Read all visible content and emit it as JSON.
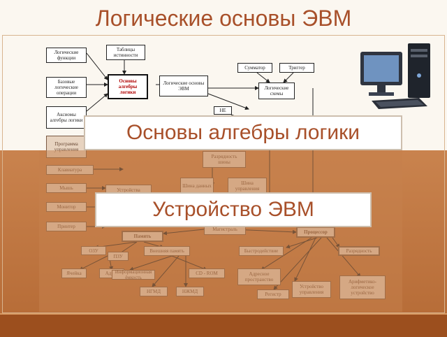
{
  "slide": {
    "title": "Логические основы ЭВМ",
    "callout_top": "Основы алгебры логики",
    "callout_bottom": "Устройство ЭВМ"
  },
  "diagram": {
    "nodes": {
      "logic_functions": "Логические функции",
      "basic_logic_ops": "Базовые логические операции",
      "truth_tables": "Таблицы истинности",
      "axioms": "Аксиомы алгебры логики",
      "logic_circuits_note": "Программа управления",
      "algebra_basics": "Основы алгебры логики",
      "logic_basics_ecm": "Логические основы ЭВМ",
      "adder": "Сумматор",
      "trigger": "Триггер",
      "logic_elements": "Логические схемы",
      "not_gate": "НЕ",
      "keyboard": "Клавиатура",
      "mouse": "Мышь",
      "monitor": "Монитор",
      "printer": "Принтер",
      "io_devices": "Устройства",
      "address_bus_width": "Разрядность шины",
      "data_bus": "Шина данных",
      "control_bus": "Шина управления",
      "backbone": "Магистраль",
      "memory": "Память",
      "processor": "Процессор",
      "ram": "ОЗУ",
      "rom": "ПЗУ",
      "external_memory": "Внешняя память",
      "clock_rate": "Быстродействие",
      "bit_depth": "Разрядность",
      "cell": "Ячейка",
      "address": "Адрес",
      "info_capacity": "Информационная ёмкость",
      "cd_rom": "CD - ROM",
      "hdd": "НЖМД",
      "fdd": "НГМД",
      "address_space": "Адресное пространство",
      "register": "Регистр",
      "control_unit": "Устройство управления",
      "alu": "Арифметико-логическое устройство"
    }
  }
}
